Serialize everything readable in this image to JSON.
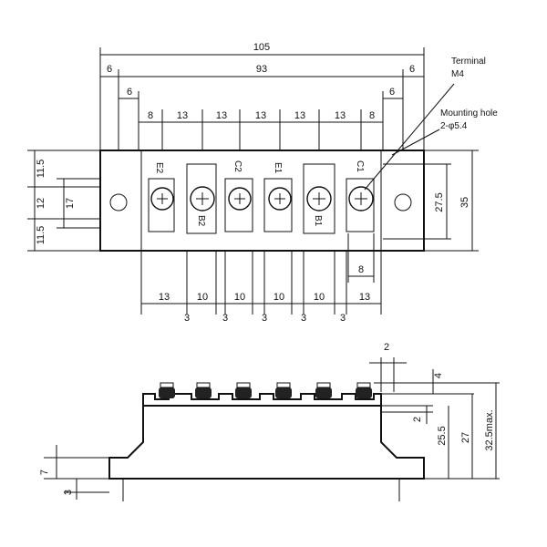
{
  "top_view": {
    "overall_width": "105",
    "inner_width": "93",
    "left_end": "6",
    "right_end": "6",
    "left_inset": "6",
    "right_inset": "6",
    "top_pitches": [
      "8",
      "13",
      "13",
      "13",
      "13",
      "13",
      "8"
    ],
    "bottom_pitches": [
      "13",
      "10",
      "10",
      "10",
      "10",
      "13"
    ],
    "bottom_gaps": [
      "3",
      "3",
      "3",
      "3",
      "3"
    ],
    "left_heights": [
      "11.5",
      "12",
      "11.5"
    ],
    "left_inner": "17",
    "right_heights": [
      "27.5",
      "35"
    ],
    "terminal_width": "8",
    "terminal_labels_top": [
      "E2",
      "C2",
      "E1",
      "C1"
    ],
    "terminal_labels_bottom": [
      "B2",
      "B1"
    ],
    "callout_terminal": "Terminal",
    "callout_terminal_size": "M4",
    "callout_mounting": "Mounting hole",
    "callout_mounting_size": "2-φ5.4"
  },
  "side_view": {
    "gap": "2",
    "screw_height": "4",
    "step": "2",
    "body_height": "25.5",
    "total_height": "27",
    "max_height": "32.5max.",
    "flange": "7",
    "base": "3"
  }
}
